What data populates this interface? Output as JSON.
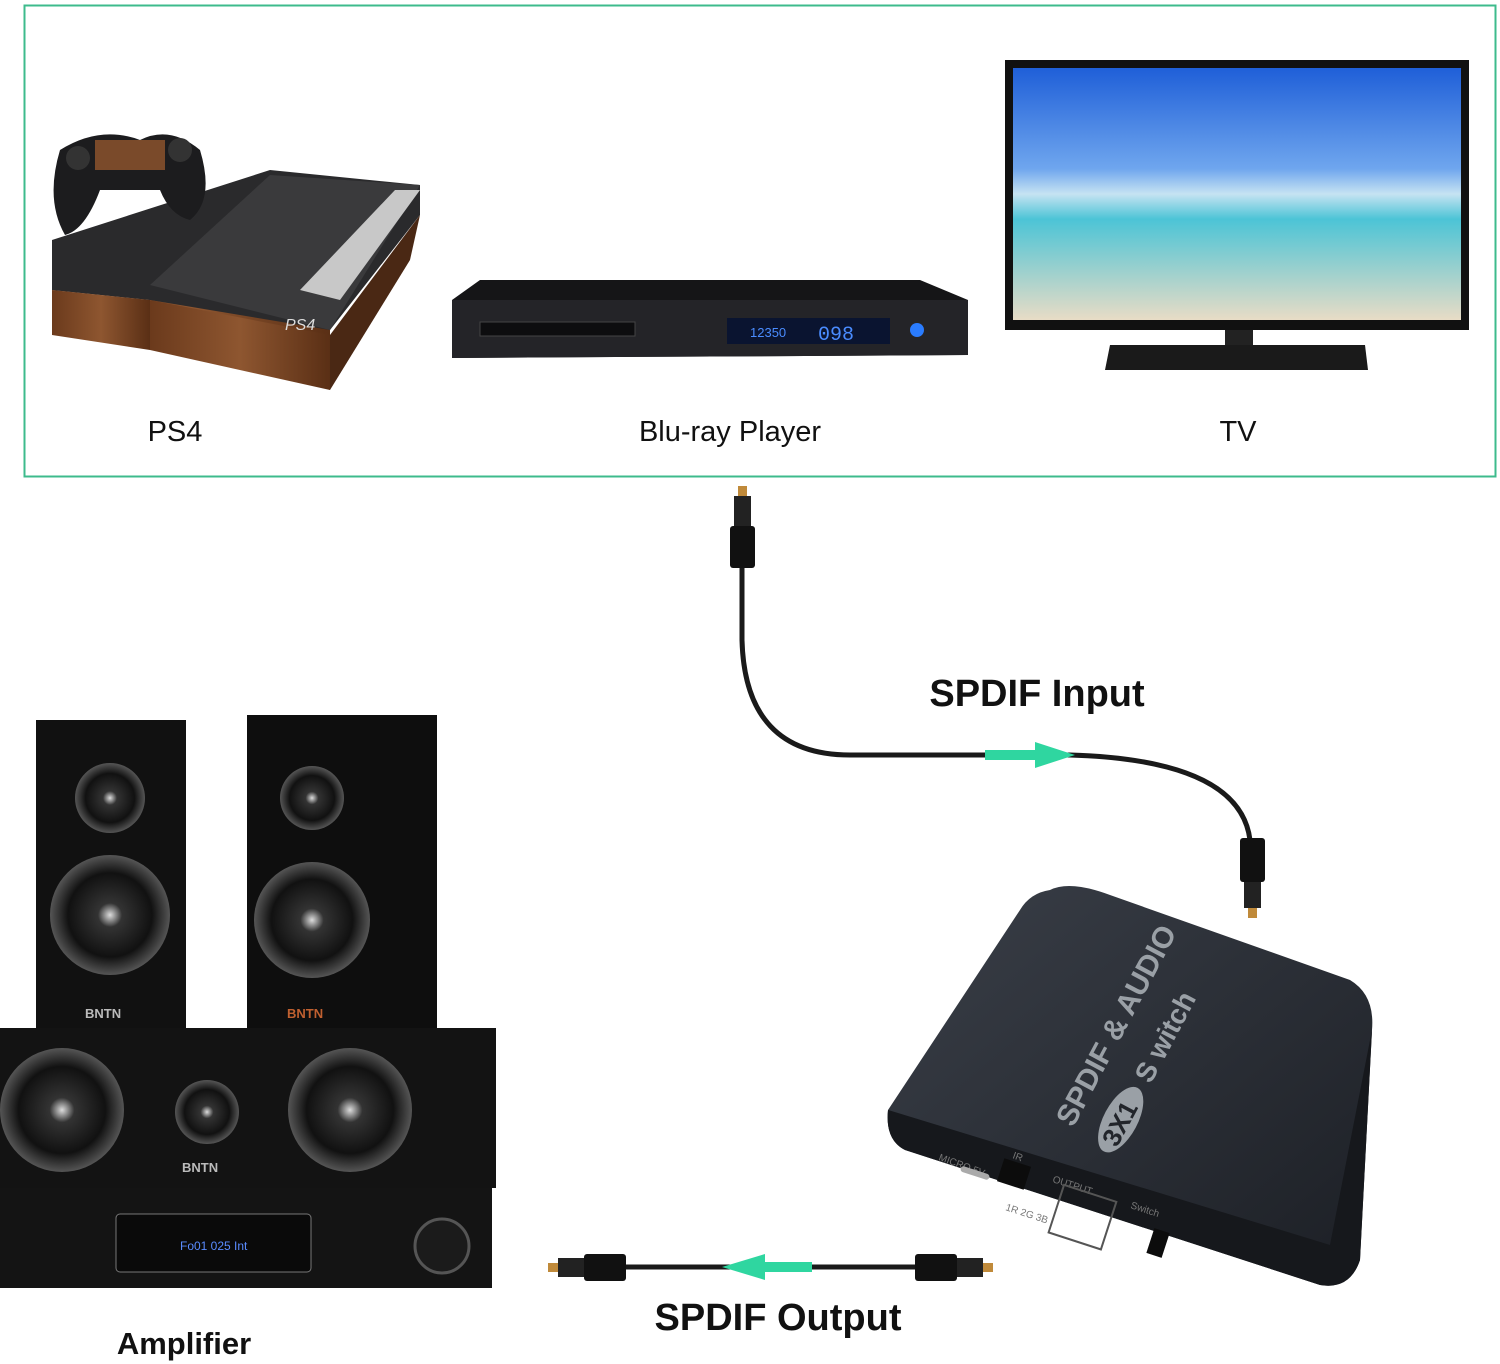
{
  "sources": {
    "ps4": {
      "label": "PS4",
      "logo": "PS4"
    },
    "bluray": {
      "label": "Blu-ray Player",
      "display_left": "12350",
      "display_right": "098"
    },
    "tv": {
      "label": "TV"
    }
  },
  "input_label": "SPDIF Input",
  "output_label": "SPDIF Output",
  "amplifier": {
    "label": "Amplifier",
    "speaker_brand": "BNTN",
    "display": "Fo01 025 Int"
  },
  "switch": {
    "title": "SPDIF & AUDIO",
    "badge": "3X1",
    "subtitle": "S witch",
    "port_power": "MICRO 5V",
    "port_ir": "IR",
    "port_output": "OUTPUT",
    "port_switch": "Switch",
    "leds": "1R 2G 3B"
  },
  "colors": {
    "frame": "#3dbb8c",
    "arrow": "#2fd6a0",
    "cable": "#1a1a1a"
  }
}
